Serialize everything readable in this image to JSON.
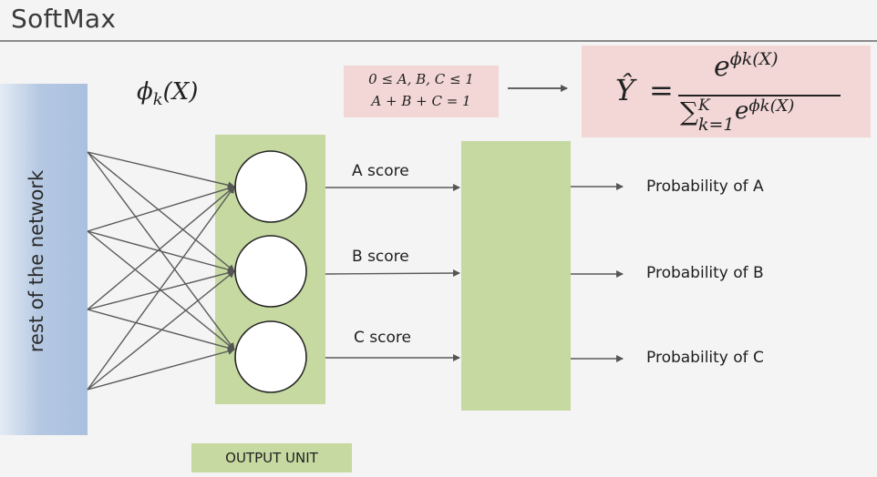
{
  "slide": {
    "title": "SoftMax"
  },
  "network": {
    "label": "rest of the network"
  },
  "output_layer": {
    "function_label": "ϕ",
    "function_subscript": "k",
    "function_arg": "(X)",
    "unit_label": "OUTPUT UNIT"
  },
  "scores": [
    {
      "label": "A score"
    },
    {
      "label": "B score"
    },
    {
      "label": "C score"
    }
  ],
  "probabilities": [
    {
      "label": "Probability of A"
    },
    {
      "label": "Probability of B"
    },
    {
      "label": "Probability of C"
    }
  ],
  "constraints": {
    "line1": "0 ≤ A, B, C ≤ 1",
    "line2": "A + B + C = 1"
  },
  "formula": {
    "lhs": "Ŷ",
    "equals": "=",
    "numerator_base": "e",
    "numerator_exp": "ϕk(X)",
    "denominator_sum": "∑",
    "sum_lower": "k=1",
    "sum_upper": "K",
    "denominator_base": "e",
    "denominator_exp": "ϕk(X)"
  },
  "colors": {
    "green": "#c5d9a0",
    "pink": "#f2d7d6",
    "blue": "#a9c0df",
    "line": "#555555"
  }
}
